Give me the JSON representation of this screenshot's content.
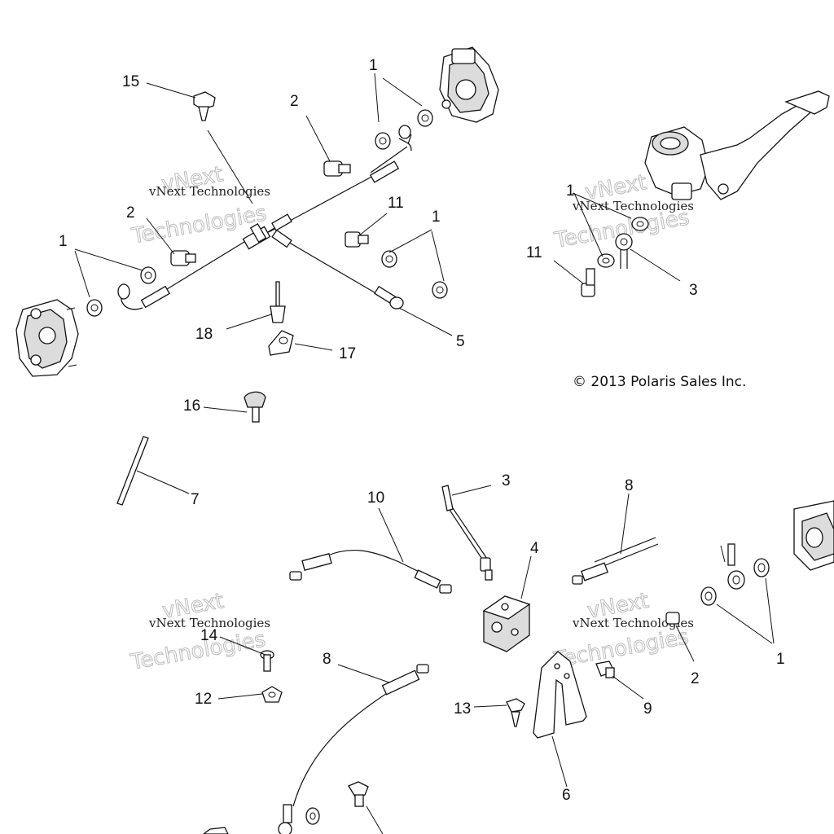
{
  "callouts": {
    "c1a": "1",
    "c1b": "1",
    "c1c": "1",
    "c1d": "1",
    "c1e": "1",
    "c2a": "2",
    "c2b": "2",
    "c2c": "2",
    "c3a": "3",
    "c3b": "3",
    "c4": "4",
    "c5": "5",
    "c6": "6",
    "c7": "7",
    "c8a": "8",
    "c8b": "8",
    "c9": "9",
    "c10": "10",
    "c11a": "11",
    "c11b": "11",
    "c12": "12",
    "c13": "13",
    "c14": "14",
    "c15": "15",
    "c16": "16",
    "c17": "17",
    "c18": "18"
  },
  "copyright": "© 2013 Polaris Sales Inc.",
  "watermark": {
    "line1": "vNext Technologies",
    "line2": "Technologies",
    "line3": "vNext"
  }
}
